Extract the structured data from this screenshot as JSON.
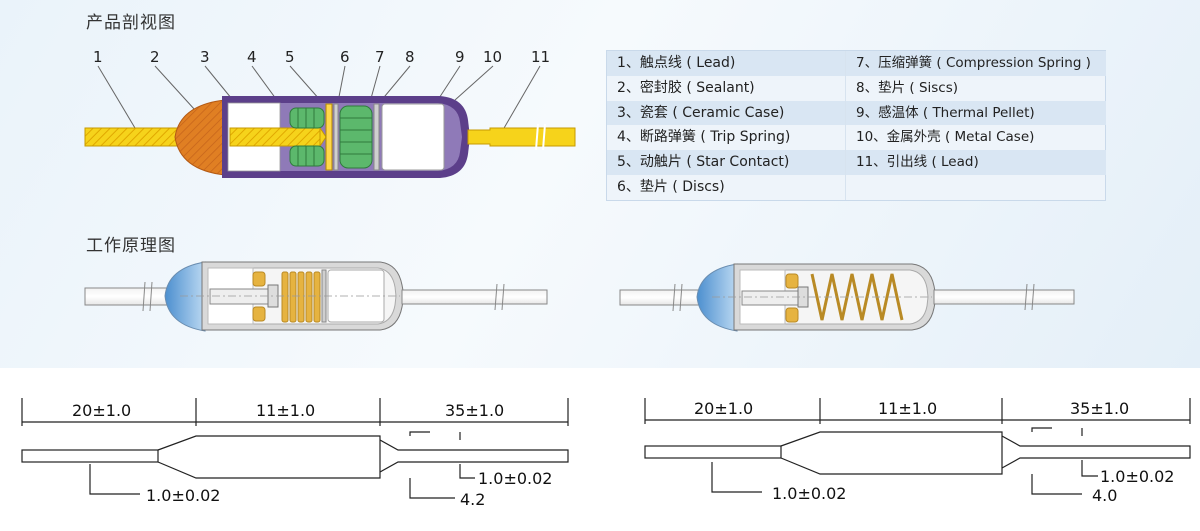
{
  "titles": {
    "cross_section": "产品剖视图",
    "principle": "工作原理图"
  },
  "callout_numbers": [
    "1",
    "2",
    "3",
    "4",
    "5",
    "6",
    "7",
    "8",
    "9",
    "10",
    "11"
  ],
  "legend": {
    "left": [
      "1、触点线 ( Lead)",
      "2、密封胶 ( Sealant)",
      "3、瓷套 ( Ceramic Case)",
      "4、断路弹簧 ( Trip Spring)",
      "5、动触片 ( Star Contact)",
      "6、垫片 ( Discs)"
    ],
    "right": [
      "7、压缩弹簧 ( Compression Spring )",
      "8、垫片 ( Siscs)",
      "9、感温体 ( Thermal Pellet)",
      "10、金属外壳 ( Metal Case)",
      "11、引出线 ( Lead)"
    ]
  },
  "dimensions": {
    "left": {
      "lead_length": "20±1.0",
      "body_length": "11±1.0",
      "out_length": "35±1.0",
      "lead_dia": "1.0±0.02",
      "out_dia": "1.0±0.02",
      "body_dia": "4.2"
    },
    "right": {
      "lead_length": "20±1.0",
      "body_length": "11±1.0",
      "out_length": "35±1.0",
      "lead_dia": "1.0±0.02",
      "out_dia": "1.0±0.02",
      "body_dia": "4.0"
    }
  },
  "colors": {
    "lead": "#f6d31b",
    "sealant": "#e07f23",
    "metal_case": "#5c3f8a",
    "spring": "#5cb86c",
    "case_white": "#ffffff",
    "blue_seal": "#5fa2d8",
    "gold_spring": "#e6b340"
  }
}
